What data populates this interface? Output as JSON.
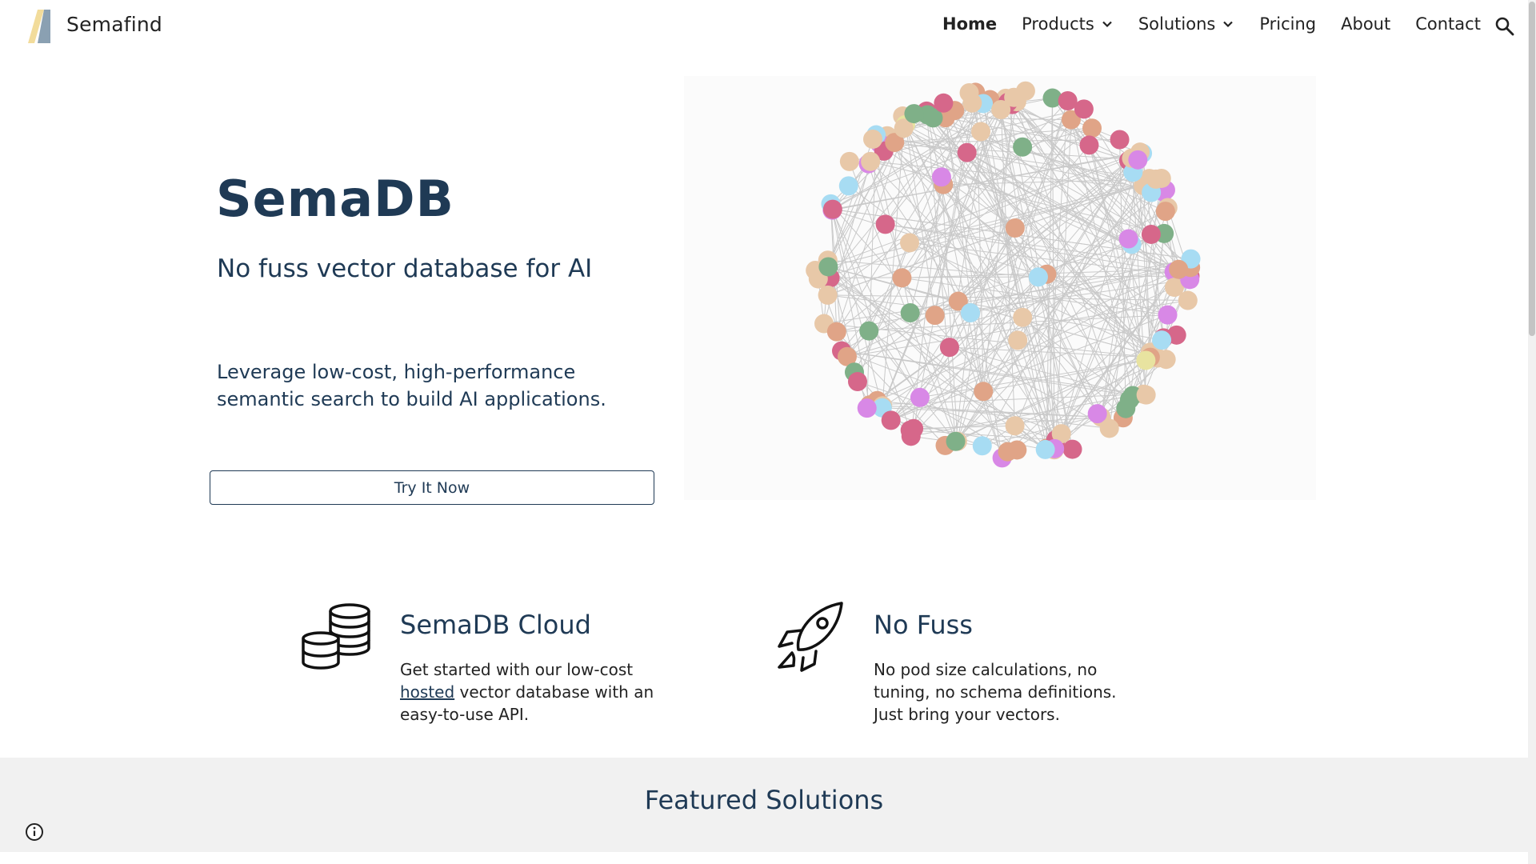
{
  "header": {
    "brand_name": "Semafind",
    "nav": [
      {
        "label": "Home",
        "active": true,
        "dropdown": false
      },
      {
        "label": "Products",
        "active": false,
        "dropdown": true
      },
      {
        "label": "Solutions",
        "active": false,
        "dropdown": true
      },
      {
        "label": "Pricing",
        "active": false,
        "dropdown": false
      },
      {
        "label": "About",
        "active": false,
        "dropdown": false
      },
      {
        "label": "Contact",
        "active": false,
        "dropdown": false
      }
    ],
    "search_icon": "search-icon"
  },
  "hero": {
    "title": "SemaDB",
    "subtitle": "No fuss vector database for AI",
    "description": "Leverage low-cost, high-performance semantic search to build AI applications.",
    "cta_label": "Try It Now",
    "graph_image": "network-graph-illustration"
  },
  "features": [
    {
      "icon": "coins-stack-icon",
      "title": "SemaDB Cloud",
      "text_before": "Get started with our low-cost ",
      "link_text": "hosted",
      "text_after": " vector database with an easy-to-use API."
    },
    {
      "icon": "rocket-icon",
      "title": "No Fuss",
      "text": "No pod size calculations, no tuning, no schema definitions. Just bring your vectors."
    }
  ],
  "solutions": {
    "title": "Featured Solutions"
  },
  "footer": {
    "info_icon": "info-icon"
  },
  "colors": {
    "heading": "#1f3a55",
    "body_text": "#222222",
    "band_background": "#f1f1f1",
    "graph_node_palette": [
      "#e8c8a8",
      "#e0a487",
      "#d6678a",
      "#a7dcf3",
      "#d888e6",
      "#7fb088",
      "#e8e3a0"
    ]
  }
}
